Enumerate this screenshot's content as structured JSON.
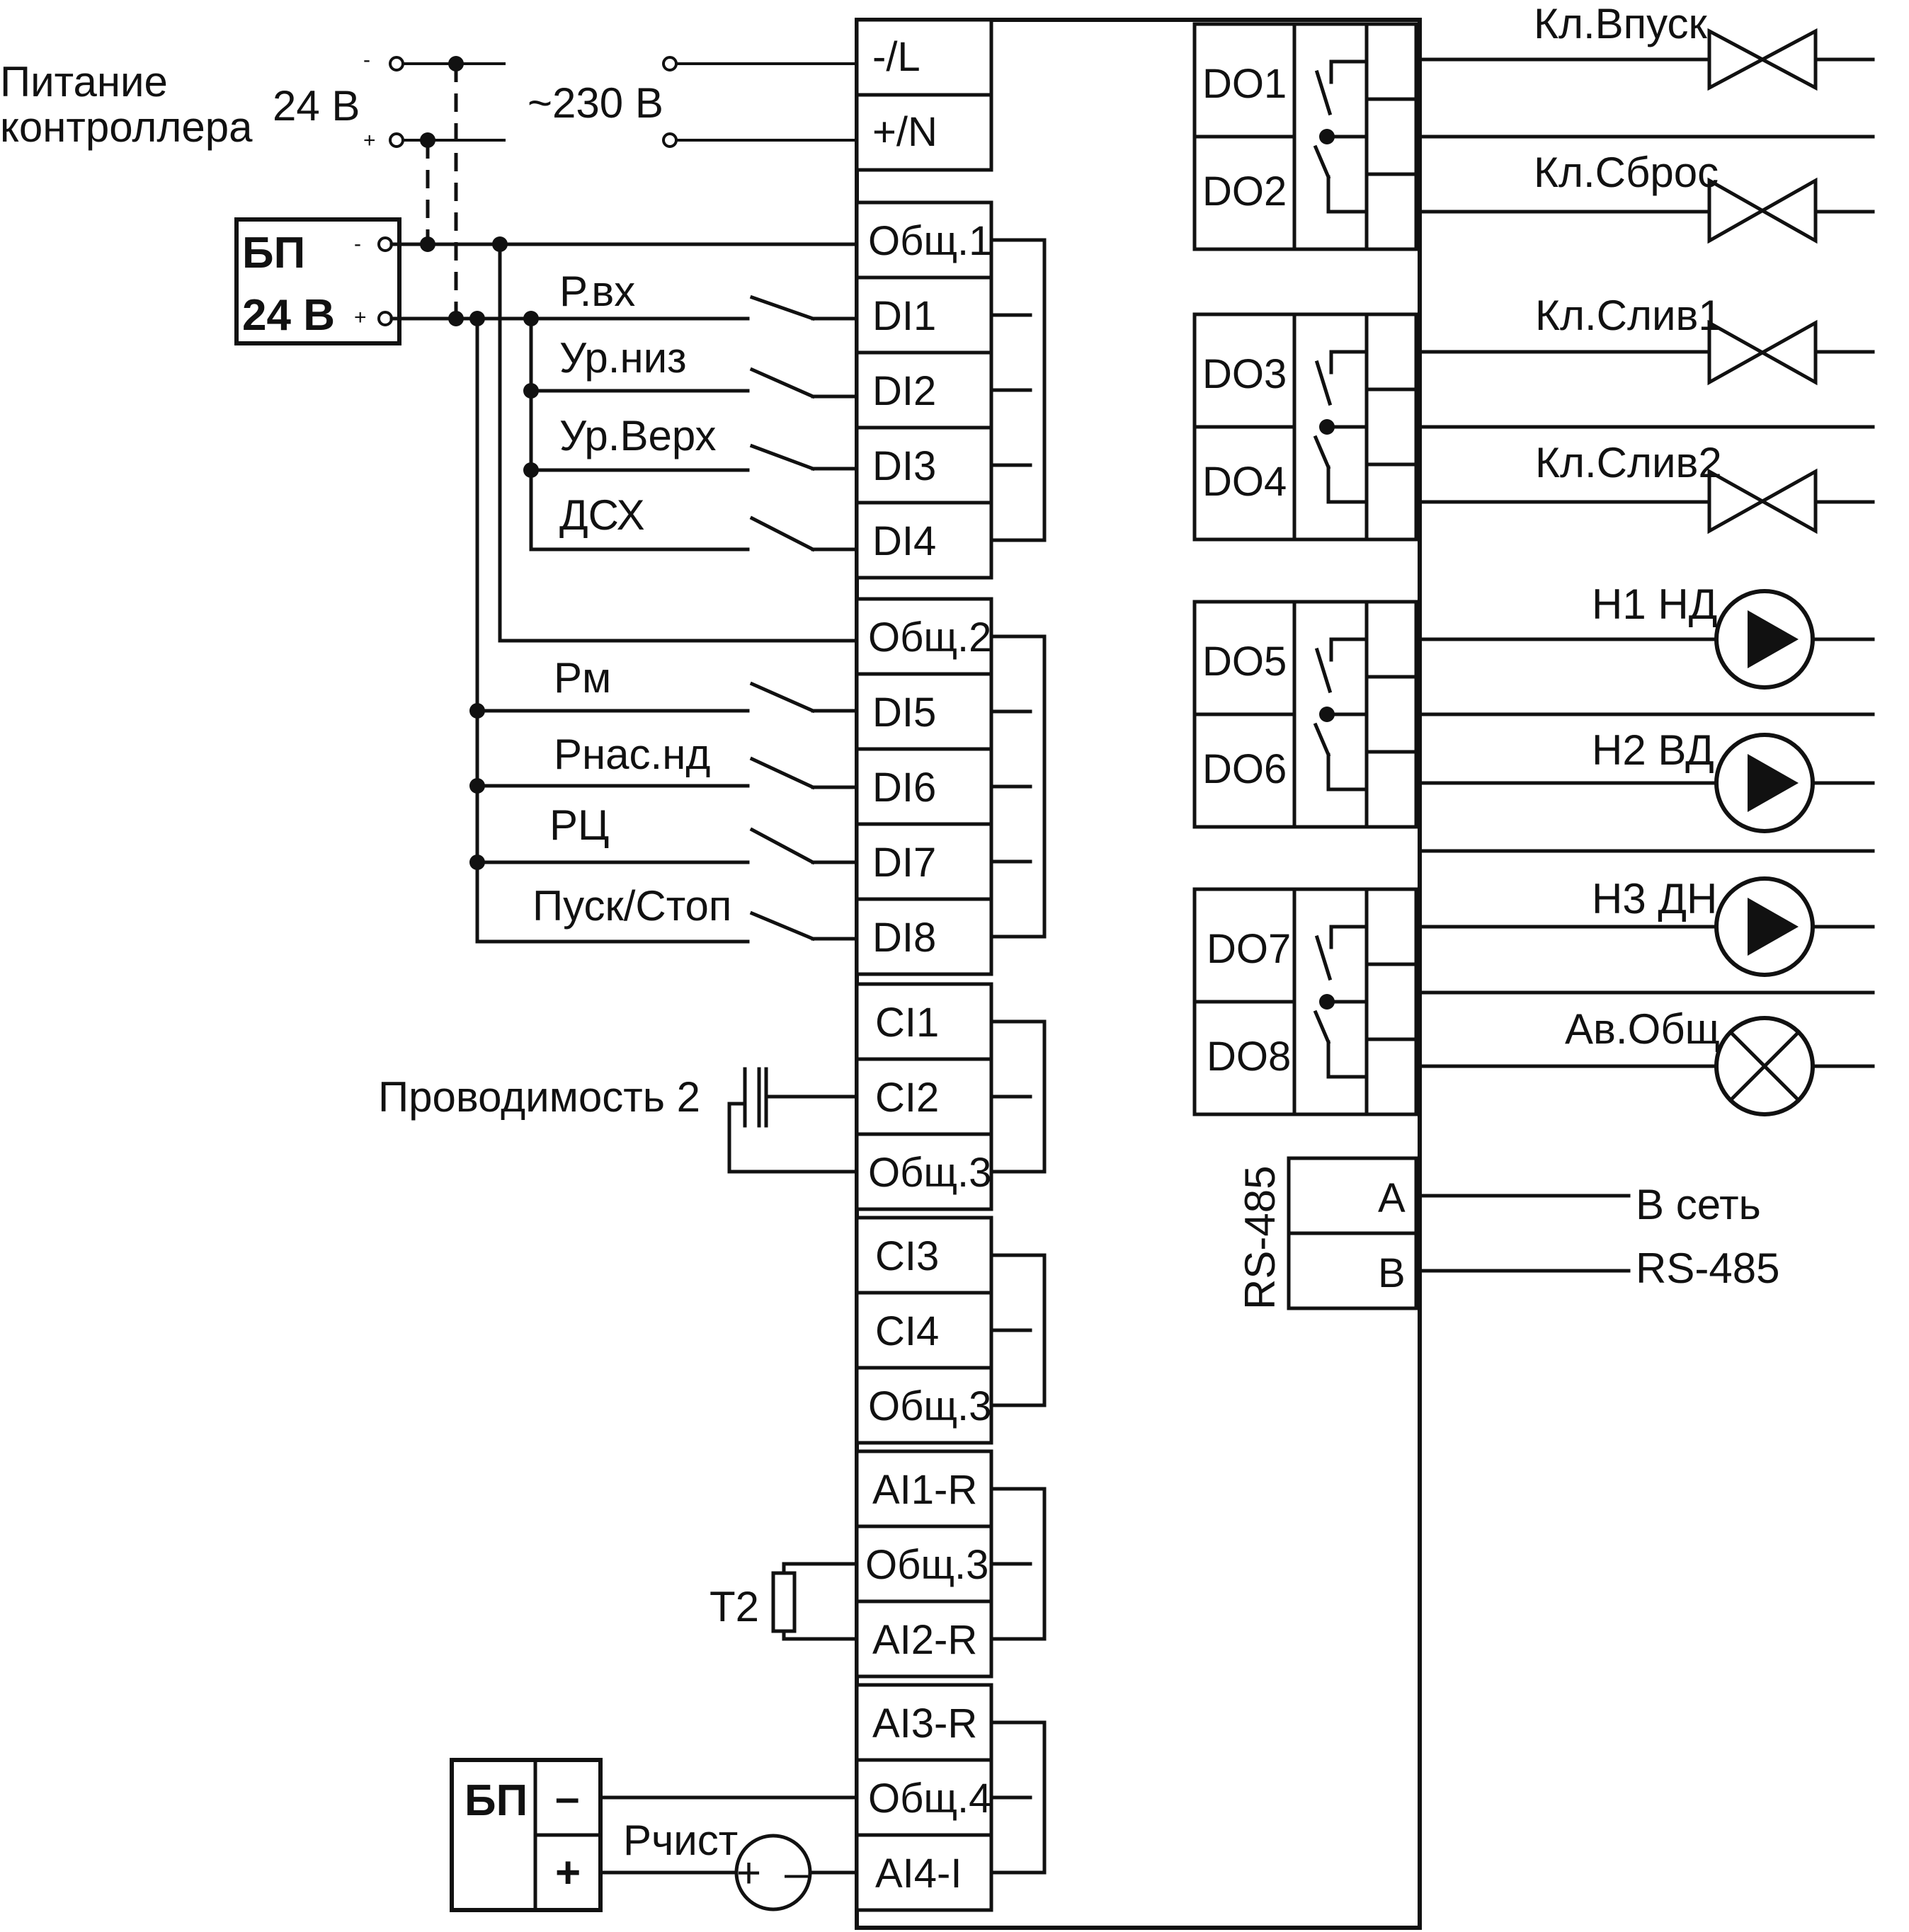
{
  "power": {
    "label_line1": "Питание",
    "label_line2": "контроллера",
    "dc_label": "24 В",
    "ac_label": "~230 В",
    "minus": "-",
    "plus": "+"
  },
  "psu_top": {
    "line1": "БП",
    "line2": "24 В",
    "minus": "-",
    "plus": "+"
  },
  "psu_bottom": {
    "label": "БП",
    "minus": "–",
    "plus": "+"
  },
  "terminals_left": [
    "-/L",
    "+/N",
    "Общ.1",
    "DI1",
    "DI2",
    "DI3",
    "DI4",
    "Общ.2",
    "DI5",
    "DI6",
    "DI7",
    "DI8",
    "CI1",
    "CI2",
    "Общ.3",
    "CI3",
    "CI4",
    "Общ.3",
    "AI1-R",
    "Общ.3",
    "AI2-R",
    "AI3-R",
    "Общ.4",
    "AI4-I"
  ],
  "inputs": [
    "Р.вх",
    "Ур.низ",
    "Ур.Верх",
    "ДСХ",
    "Рм",
    "Рнас.нд",
    "РЦ",
    "Пуск/Стоп"
  ],
  "sensors": {
    "conductivity": "Проводимость 2",
    "temperature": "Т2",
    "pressure": "Рчист",
    "pressure_plus": "+",
    "pressure_minus": "–"
  },
  "outputs": [
    "DO1",
    "DO2",
    "DO3",
    "DO4",
    "DO5",
    "DO6",
    "DO7",
    "DO8"
  ],
  "loads": [
    "Кл.Впуск",
    "Кл.Сброс",
    "Кл.Слив1",
    "Кл.Слив2",
    "Н1 НД",
    "Н2 ВД",
    "Н3 ДН",
    "Ав.Общ"
  ],
  "rs485": {
    "label": "RS-485",
    "a": "A",
    "b": "B",
    "net_line1": "В сеть",
    "net_line2": "RS-485"
  }
}
